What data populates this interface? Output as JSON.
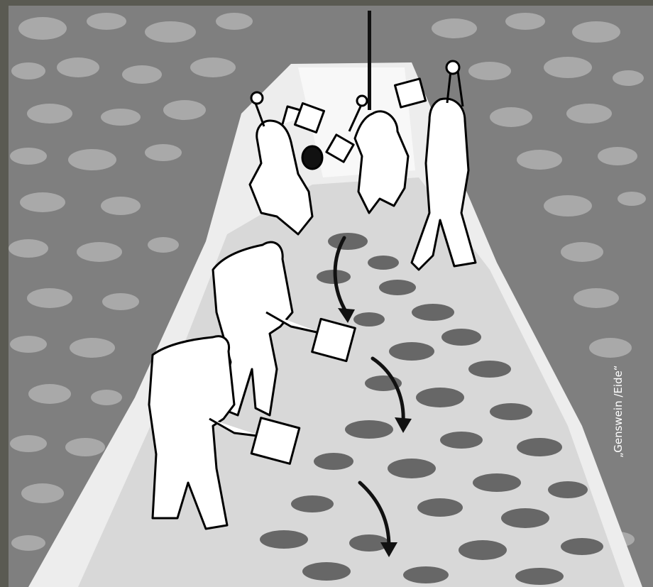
{
  "illustration": {
    "credit": "„Genswein /Eide“",
    "colors": {
      "frame": "#5a5a52",
      "snow_wall": "#7f7f7f",
      "snow_clods": "#a9a9a9",
      "trench_floor": "#d8d8d8",
      "trench_walls": "#ededed",
      "debris": "#676767",
      "figure_fill": "#ffffff",
      "figure_outline": "#000000"
    },
    "figures": [
      "digging-figure-front-left",
      "digging-figure-center-left",
      "digging-figure-back-left",
      "digging-figure-back-center",
      "digging-figure-back-right"
    ],
    "arrows": 3
  }
}
